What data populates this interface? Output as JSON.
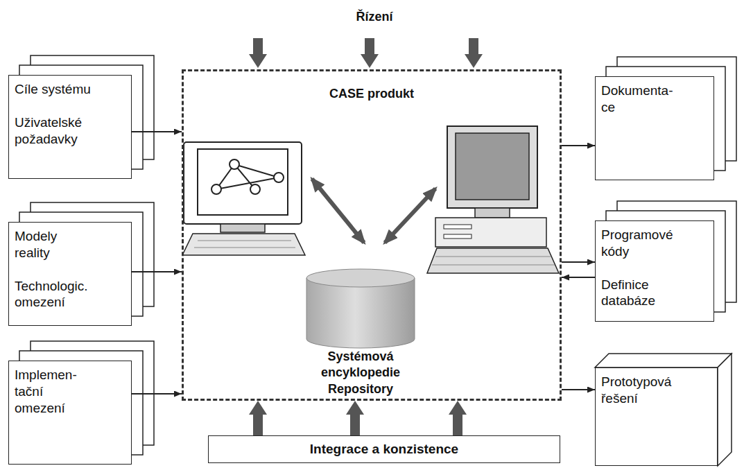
{
  "diagram": {
    "nodes": [
      {
        "text": [
          "Cíle systému",
          "Uživatelské požadavky"
        ]
      },
      {
        "text": [
          "Modely reality",
          "Technologic. omezení"
        ]
      },
      {
        "text": [
          "Implemen- tační omezení"
        ]
      },
      {
        "text": [
          "CASE produkt"
        ]
      },
      {
        "text": [
          "Systémová encyklopedie Repository"
        ],
        "in": 3
      },
      {
        "text": [
          "Dokumenta- ce"
        ]
      },
      {
        "text": [
          "Programové kódy",
          "Definice databáze"
        ]
      },
      {
        "text": [
          "Prototypová řešení"
        ]
      },
      {
        "text": [
          "Integrace a konzistence"
        ]
      }
    ],
    "edges": [
      {
        "from": 0,
        "to": 3,
        "arrow": "to"
      },
      {
        "from": 1,
        "to": 3,
        "arrow": "to"
      },
      {
        "from": 2,
        "to": 3,
        "arrow": "to"
      },
      {
        "from": 3,
        "to": 5,
        "arrow": "to"
      },
      {
        "from": 3,
        "to": 6,
        "arrow": "to"
      },
      {
        "from": 6,
        "to": 3,
        "arrow": "to"
      },
      {
        "from": 3,
        "to": 7,
        "arrow": "to"
      },
      {
        "from": 8,
        "to": 3,
        "arrow": "to"
      },
      {
        "from": 8,
        "to": 3,
        "arrow": "to"
      },
      {
        "from": 8,
        "to": 3,
        "arrow": "to"
      }
    ],
    "labels": [
      "Řízení"
    ]
  }
}
